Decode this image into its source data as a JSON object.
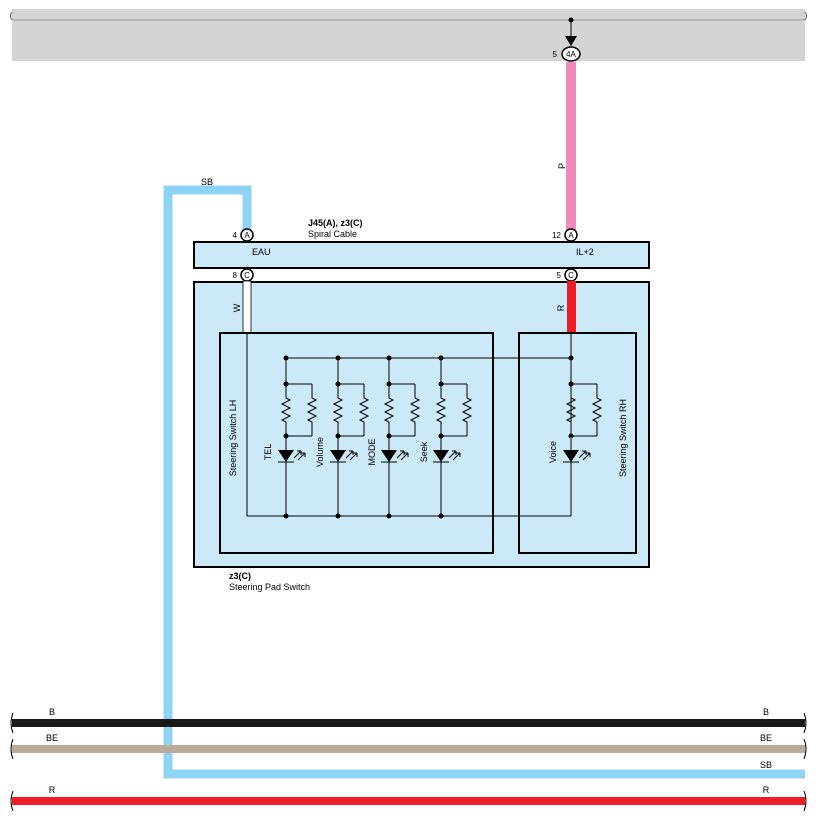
{
  "top": {
    "pin": "5",
    "connector": "4A"
  },
  "wire_colors": {
    "p_wire": "P",
    "r_wire": "R",
    "w_wire": "W",
    "sb_wire": "SB"
  },
  "spiral": {
    "code": "J45(A), z3(C)",
    "name": "Spiral Cable",
    "eau_label": "EAU",
    "il2_label": "IL+2",
    "pins": {
      "left_top": "4",
      "left_top_conn": "A",
      "right_top": "12",
      "right_top_conn": "A",
      "left_bot": "8",
      "left_bot_conn": "C",
      "right_bot": "5",
      "right_bot_conn": "C"
    }
  },
  "switch": {
    "code": "z3(C)",
    "name": "Steering Pad Switch",
    "lh_label": "Steering Switch LH",
    "rh_label": "Steering Switch RH",
    "leds": [
      "TEL",
      "Volume",
      "MODE",
      "Seek"
    ],
    "rh_led": "Voice"
  },
  "buses": [
    {
      "label": "B",
      "color": "#1a1a1a"
    },
    {
      "label": "BE",
      "color": "#bba99a"
    },
    {
      "label": "SB",
      "color": "#8fd3f5"
    },
    {
      "label": "R",
      "color": "#ee1c25"
    }
  ]
}
